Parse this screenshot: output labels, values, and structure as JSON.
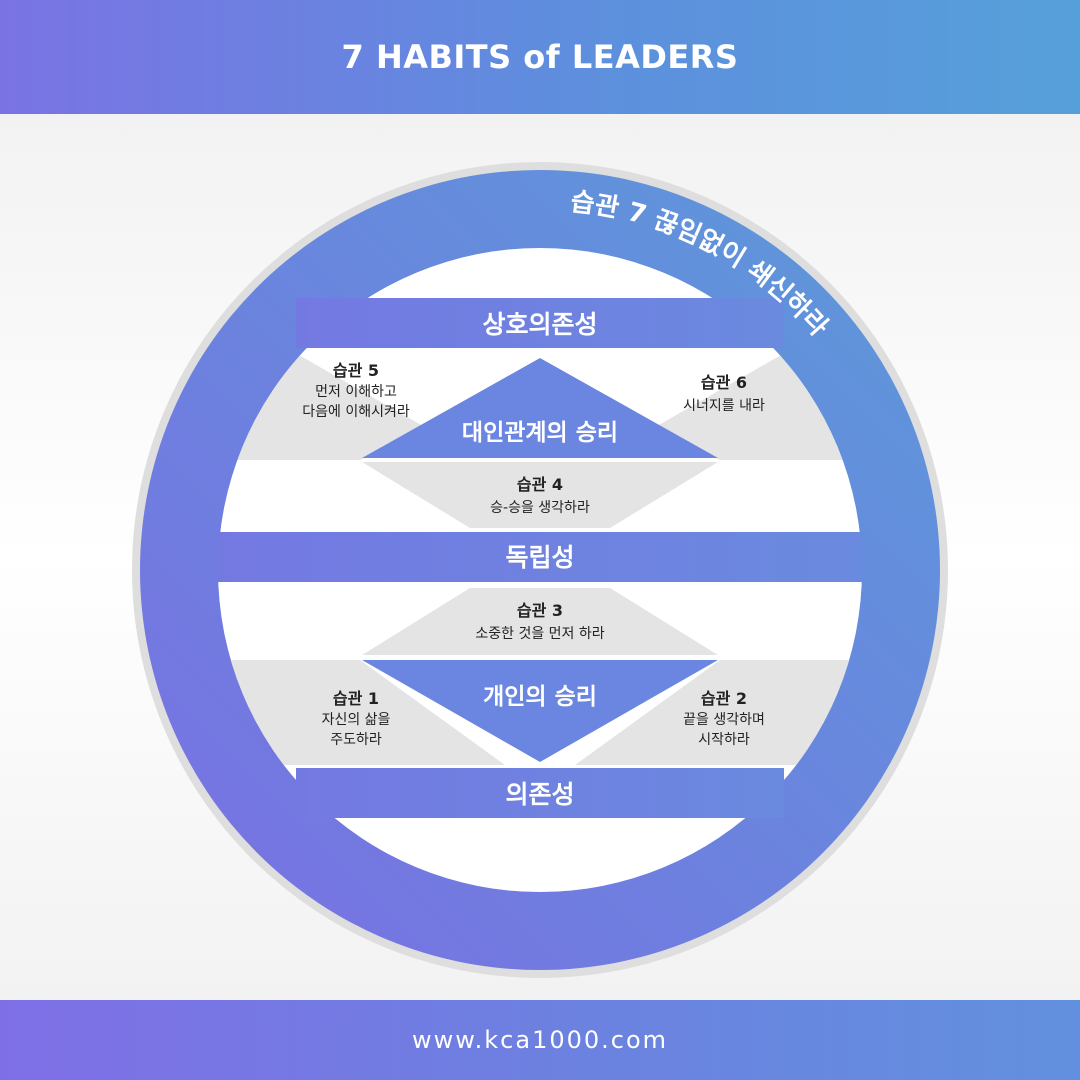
{
  "header": {
    "title": "7 HABITS of LEADERS"
  },
  "footer": {
    "url": "www.kca1000.com"
  },
  "ring": {
    "text": "습관 7 끊임없이 쇄신하라"
  },
  "bands": {
    "interdependence": "상호의존성",
    "independence": "독립성",
    "dependence": "의존성"
  },
  "victories": {
    "public": "대인관계의 승리",
    "private": "개인의 승리"
  },
  "habits": {
    "h1": {
      "title": "습관 1",
      "lines": [
        "자신의 삶을",
        "주도하라"
      ]
    },
    "h2": {
      "title": "습관 2",
      "lines": [
        "끝을 생각하며",
        "시작하라"
      ]
    },
    "h3": {
      "title": "습관 3",
      "lines": [
        "소중한 것을 먼저 하라"
      ]
    },
    "h4": {
      "title": "습관 4",
      "lines": [
        "승-승을 생각하라"
      ]
    },
    "h5": {
      "title": "습관 5",
      "lines": [
        "먼저 이해하고",
        "다음에 이해시켜라"
      ]
    },
    "h6": {
      "title": "습관 6",
      "lines": [
        "시너지를 내라"
      ]
    }
  },
  "colors": {
    "blue_light": "#5b9ad9",
    "blue_mid": "#6b86e0",
    "purple": "#7a6fe3",
    "gray_shape": "#e3e3e3",
    "ring_outline": "#dcdcdc"
  }
}
